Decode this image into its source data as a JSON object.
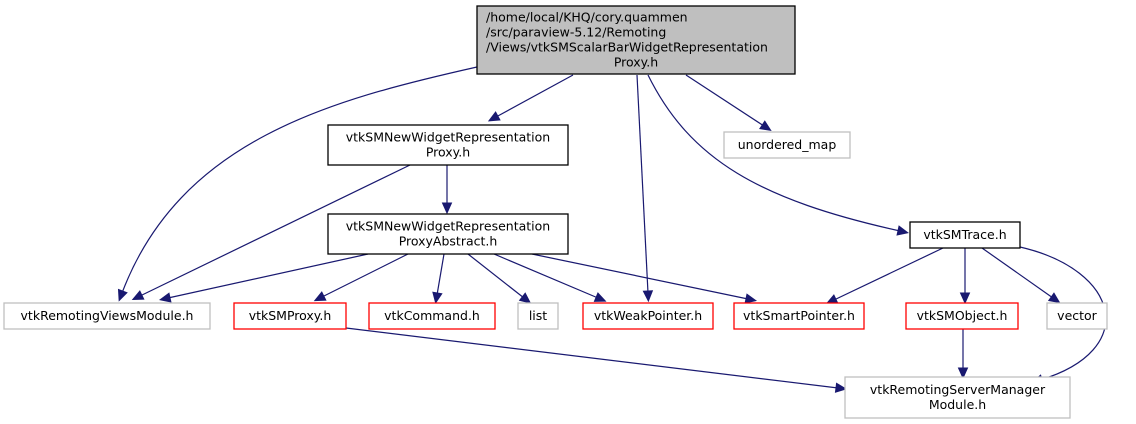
{
  "title": "vtkSMScalarBarWidgetRepresentationProxy.h include dependency graph",
  "colors": {
    "edge": "#191970",
    "root_fill": "#bfbfbf",
    "root_border": "#000000",
    "documented_border": "#000000",
    "undocumented_border": "#ff0000",
    "external_border": "#bfbfbf"
  },
  "nodes": [
    {
      "id": "root",
      "kind": "root",
      "lines": [
        "/home/local/KHQ/cory.quammen",
        "/src/paraview-5.12/Remoting",
        "/Views/vtkSMScalarBarWidgetRepresentation",
        "Proxy.h"
      ]
    },
    {
      "id": "newwidget",
      "kind": "documented",
      "lines": [
        "vtkSMNewWidgetRepresentation",
        "Proxy.h"
      ]
    },
    {
      "id": "unordered_map",
      "kind": "external",
      "lines": [
        "unordered_map"
      ]
    },
    {
      "id": "abstract",
      "kind": "documented",
      "lines": [
        "vtkSMNewWidgetRepresentation",
        "ProxyAbstract.h"
      ]
    },
    {
      "id": "trace",
      "kind": "documented",
      "lines": [
        "vtkSMTrace.h"
      ]
    },
    {
      "id": "viewsmodule",
      "kind": "external",
      "lines": [
        "vtkRemotingViewsModule.h"
      ]
    },
    {
      "id": "smproxy",
      "kind": "undocumented",
      "lines": [
        "vtkSMProxy.h"
      ]
    },
    {
      "id": "command",
      "kind": "undocumented",
      "lines": [
        "vtkCommand.h"
      ]
    },
    {
      "id": "list",
      "kind": "external",
      "lines": [
        "list"
      ]
    },
    {
      "id": "weakpointer",
      "kind": "undocumented",
      "lines": [
        "vtkWeakPointer.h"
      ]
    },
    {
      "id": "smartpointer",
      "kind": "undocumented",
      "lines": [
        "vtkSmartPointer.h"
      ]
    },
    {
      "id": "smobject",
      "kind": "undocumented",
      "lines": [
        "vtkSMObject.h"
      ]
    },
    {
      "id": "vector",
      "kind": "external",
      "lines": [
        "vector"
      ]
    },
    {
      "id": "servermanager",
      "kind": "external",
      "lines": [
        "vtkRemotingServerManager",
        "Module.h"
      ]
    }
  ],
  "edges": [
    {
      "from": "root",
      "to": "viewsmodule"
    },
    {
      "from": "root",
      "to": "newwidget"
    },
    {
      "from": "root",
      "to": "weakpointer"
    },
    {
      "from": "root",
      "to": "trace"
    },
    {
      "from": "root",
      "to": "unordered_map"
    },
    {
      "from": "newwidget",
      "to": "viewsmodule"
    },
    {
      "from": "newwidget",
      "to": "abstract"
    },
    {
      "from": "abstract",
      "to": "viewsmodule"
    },
    {
      "from": "abstract",
      "to": "smproxy"
    },
    {
      "from": "abstract",
      "to": "command"
    },
    {
      "from": "abstract",
      "to": "list"
    },
    {
      "from": "abstract",
      "to": "weakpointer"
    },
    {
      "from": "abstract",
      "to": "smartpointer"
    },
    {
      "from": "trace",
      "to": "smartpointer"
    },
    {
      "from": "trace",
      "to": "smobject"
    },
    {
      "from": "trace",
      "to": "vector"
    },
    {
      "from": "trace",
      "to": "servermanager"
    },
    {
      "from": "smproxy",
      "to": "servermanager"
    },
    {
      "from": "smobject",
      "to": "servermanager"
    }
  ]
}
